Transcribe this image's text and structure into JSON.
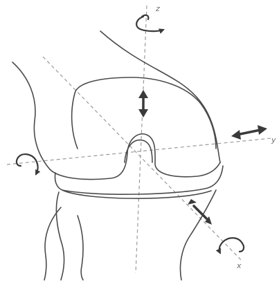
{
  "diagram": {
    "axis_labels": {
      "z": "z",
      "y": "y",
      "x": "x"
    },
    "colors": {
      "line": "#4a4a4a",
      "arrow": "#3a3a3a",
      "axis": "#9a9a9a",
      "background": "#ffffff"
    },
    "icons": [
      "rotation-arrow-z-icon",
      "translation-arrow-z-icon",
      "translation-arrow-y-icon",
      "rotation-arrow-y-icon",
      "translation-arrow-x-icon",
      "rotation-arrow-x-icon"
    ]
  }
}
